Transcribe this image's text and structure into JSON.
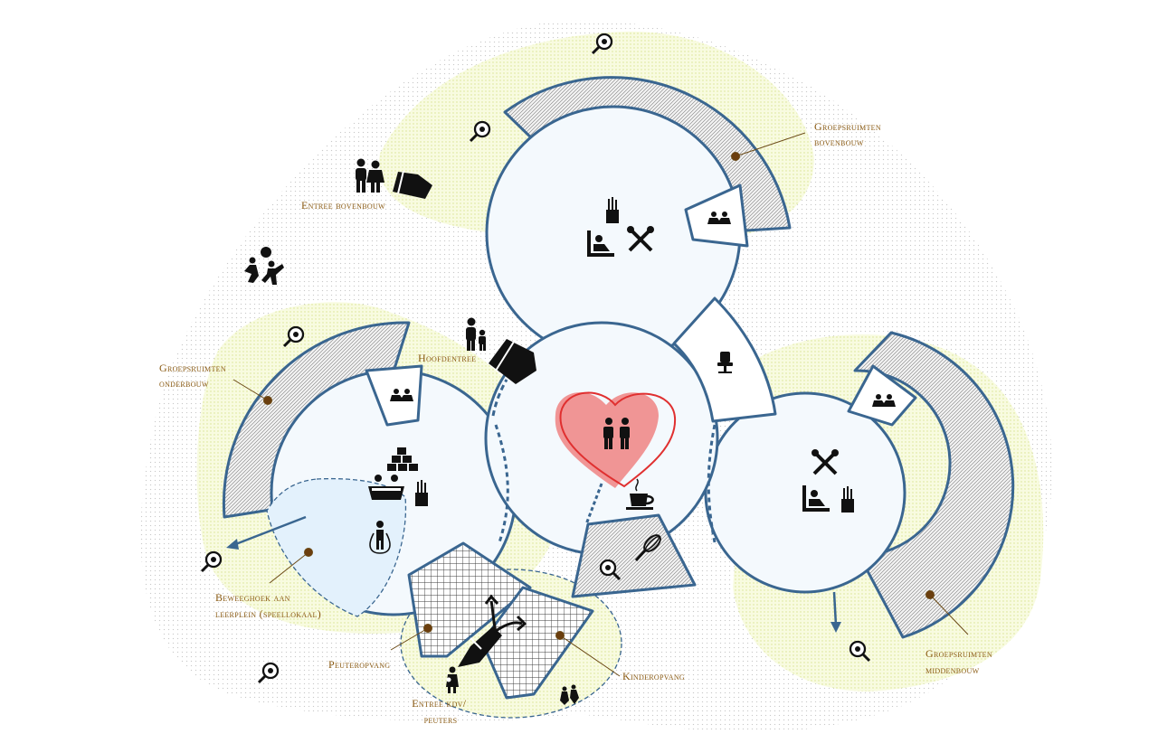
{
  "labels": {
    "groepsruimten_bovenbouw": [
      "Groepsruimten",
      "bovenbouw"
    ],
    "entree_bovenbouw": "Entree bovenbouw",
    "hoofdentree": "Hoofdentree",
    "groepsruimten_onderbouw": [
      "Groepsruimten",
      "onderbouw"
    ],
    "beweeghoek": [
      "Beweeghoek aan",
      "leerplein (speellokaal)"
    ],
    "peuteropvang": "Peuteropvang",
    "entree_kdv": [
      "Entree kdv/",
      "peuters"
    ],
    "kinderopvang": "Kinderopvang",
    "groepsruimten_middenbouw": [
      "Groepsruimten",
      "middenbouw"
    ]
  },
  "colors": {
    "outline": "#3a6690",
    "label": "#8a5a12",
    "heart": "#f08a8a",
    "yellow_zone": "#eef3b6",
    "light_fill": "#f4f9fd",
    "movement_fill": "#e3f1fc"
  },
  "icons": [
    "magnifier-bug-icon",
    "family-icon",
    "door-icon",
    "children-playing-icon",
    "toolbox-icon",
    "reading-child-icon",
    "tools-icon",
    "meeting-icon",
    "desk-chair-icon",
    "heart-icon",
    "coffee-icon",
    "whisk-icon",
    "blocks-icon",
    "book-basket-icon",
    "jump-rope-icon",
    "parent-child-icon"
  ]
}
